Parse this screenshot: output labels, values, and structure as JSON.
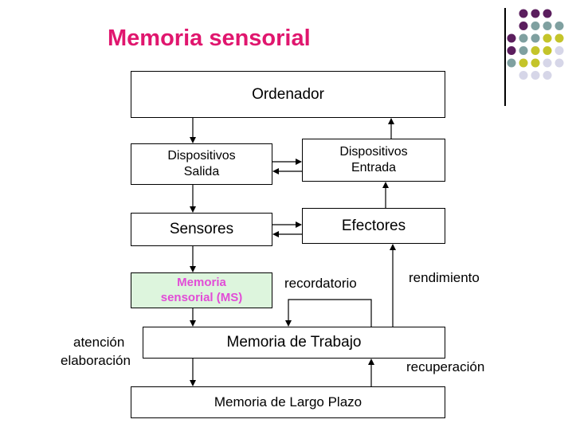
{
  "title": "Memoria sensorial",
  "boxes": {
    "ordenador": "Ordenador",
    "disp_salida": "Dispositivos\nSalida",
    "disp_entrada": "Dispositivos\nEntrada",
    "sensores": "Sensores",
    "efectores": "Efectores",
    "memoria_sensorial": "Memoria\nsensorial (MS)",
    "memoria_trabajo": "Memoria de Trabajo",
    "memoria_largo": "Memoria de Largo Plazo"
  },
  "labels": {
    "recordatorio": "recordatorio",
    "rendimiento": "rendimiento",
    "atencion": "atención",
    "elaboracion": "elaboración",
    "recuperacion": "recuperación"
  },
  "colors": {
    "title": "#e0166e",
    "ms_fill": "#ddf5dd",
    "ms_text": "#e24cd7",
    "dot_purple": "#5b1e5e",
    "dot_teal": "#7fa0a0",
    "dot_yellow": "#c4c42a",
    "dot_lavender": "#d6d6e8"
  }
}
